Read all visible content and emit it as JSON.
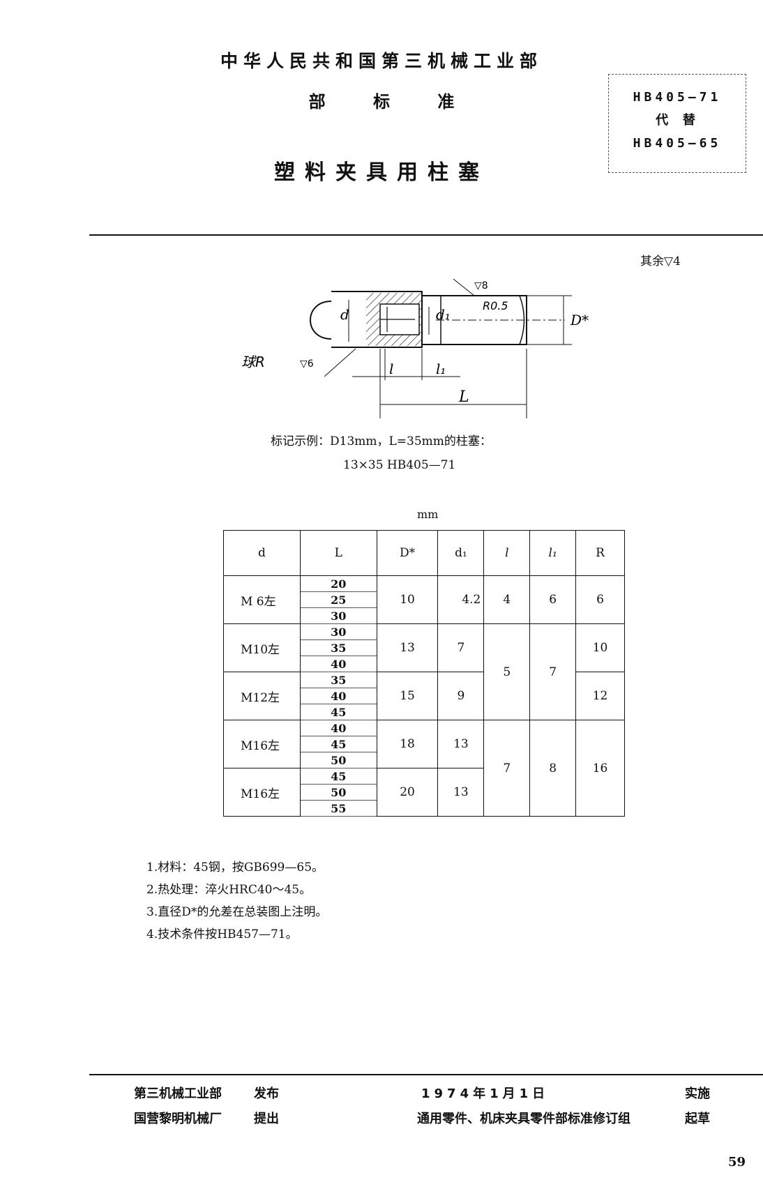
{
  "header": {
    "ministry": "中华人民共和国第三机械工业部",
    "doc_type": "部 标 准",
    "title": "塑料夹具用柱塞",
    "std_code": "HB405—71",
    "replace_label": "代 替",
    "old_code": "HB405—65"
  },
  "drawing": {
    "roughness_note": "其余▽4",
    "labels": {
      "d": "d",
      "d1": "d₁",
      "r05": "R0.5",
      "dstar": "D*",
      "ball_r": "球R",
      "finish6": "▽6",
      "finish8": "▽8",
      "l": "l",
      "l1": "l₁",
      "L": "L"
    }
  },
  "example": {
    "line1": "标记示例：D13mm，L=35mm的柱塞：",
    "line2": "13×35  HB405—71"
  },
  "table": {
    "unit": "mm",
    "headers": [
      "d",
      "L",
      "D*",
      "d₁",
      "l",
      "l₁",
      "R"
    ],
    "groups": [
      {
        "d": "M 6左",
        "L": [
          "20",
          "25",
          "30"
        ],
        "D": "10",
        "d1": "4.2"
      },
      {
        "d": "M10左",
        "L": [
          "30",
          "35",
          "40"
        ],
        "D": "13",
        "d1": "7"
      },
      {
        "d": "M12左",
        "L": [
          "35",
          "40",
          "45"
        ],
        "D": "15",
        "d1": "9"
      },
      {
        "d": "M16左",
        "L": [
          "40",
          "45",
          "50"
        ],
        "D": "18",
        "d1": "13"
      },
      {
        "d": "M16左",
        "L": [
          "45",
          "50",
          "55"
        ],
        "D": "20",
        "d1": "13"
      }
    ],
    "l_values": [
      "4",
      "5",
      "7"
    ],
    "l1_values": [
      "6",
      "7",
      "8"
    ],
    "R_values": [
      "6",
      "10",
      "12",
      "16"
    ]
  },
  "notes": [
    "1.材料：45钢，按GB699—65。",
    "2.热处理：淬火HRC40～45。",
    "3.直径D*的允差在总装图上注明。",
    "4.技术条件按HB457—71。"
  ],
  "footer": {
    "issuer": "第三机械工业部",
    "issue_label": "发布",
    "proposer": "国营黎明机械厂",
    "propose_label": "提出",
    "date": "1974年1月1日",
    "implement_label": "实施",
    "drafter": "通用零件、机床夹具零件部标准修订组",
    "draft_label": "起草",
    "page_number": "59"
  }
}
